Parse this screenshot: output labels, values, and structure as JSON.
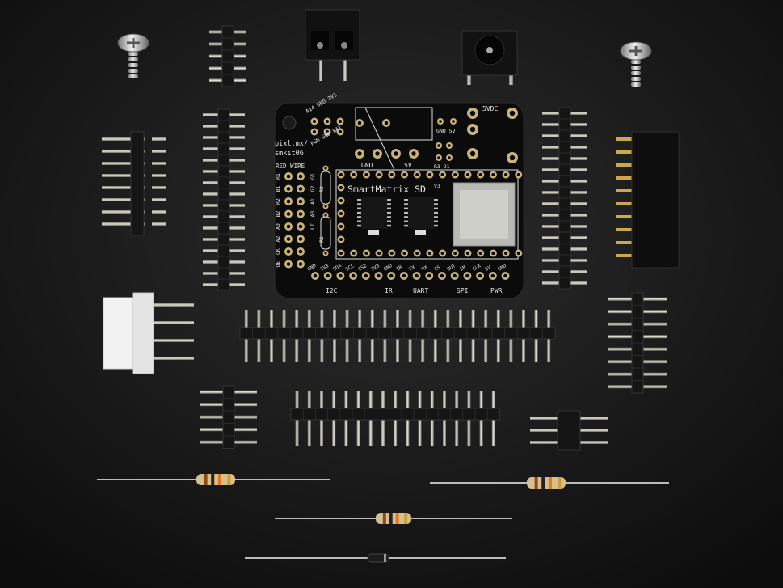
{
  "board": {
    "title": "SmartMatrix SD",
    "version": "V3",
    "url_line1": "pixl.mx/",
    "url_line2": "smkit06",
    "red_wire": "RED WIRE",
    "top_labels": [
      "A14",
      "GND",
      "3V3",
      "PGM",
      "GND",
      "BAT"
    ],
    "power_labels": [
      "GND",
      "5V",
      "5VDC",
      "GND",
      "5V",
      "R3",
      "D1"
    ],
    "resistor_labels": [
      "R2",
      "R1"
    ],
    "left_pins": [
      "R1",
      "B1",
      "R2",
      "B2",
      "A0",
      "A2",
      "CK",
      "OE"
    ],
    "right_pins": [
      "G1",
      "G2",
      "A1",
      "A3",
      "LT"
    ],
    "bottom_pins": [
      "GND",
      "3V3",
      "SDA",
      "SCL",
      "CS2",
      "3V3",
      "GND",
      "IR",
      "TX",
      "RX",
      "CS",
      "OUT",
      "IN",
      "CLK",
      "5V",
      "GND"
    ],
    "groups": [
      "I2C",
      "IR",
      "UART",
      "SPI",
      "PWR"
    ]
  },
  "colors": {
    "background": "#1a1a1a",
    "pcb": "#0b0b0b",
    "gold": "#c9b27a",
    "silkscreen": "#e8e8e8",
    "plastic": "#151515",
    "jst": "#f2f2f2"
  }
}
